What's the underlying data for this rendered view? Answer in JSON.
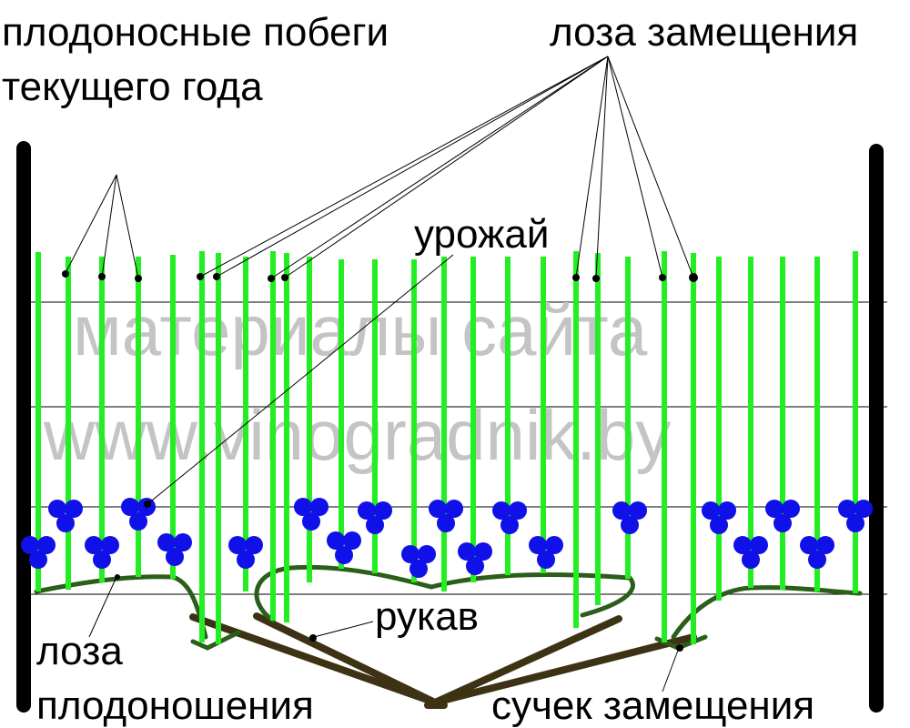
{
  "labels": {
    "fruiting_shoots_line1": "плодоносные побеги",
    "fruiting_shoots_line2": "текущего года",
    "replacement_cane": "лоза замещения",
    "harvest": "урожай",
    "fruiting_cane_line1": "лоза",
    "fruiting_cane_line2": "плодоношения",
    "arm": "рукав",
    "renewal_spur": "сучек замещения"
  },
  "watermark": {
    "line1": "материалы сайта",
    "line2": "www.vinogradnik.by"
  },
  "colors": {
    "shoot": "#22ee22",
    "trunk": "#3d3214",
    "cane": "#2a5e1a",
    "grape": "#1010e8",
    "post": "#000000",
    "wire": "#000000",
    "watermark": "#c4c4c4"
  },
  "trellis": {
    "post_count": 2,
    "wire_count": 4
  }
}
